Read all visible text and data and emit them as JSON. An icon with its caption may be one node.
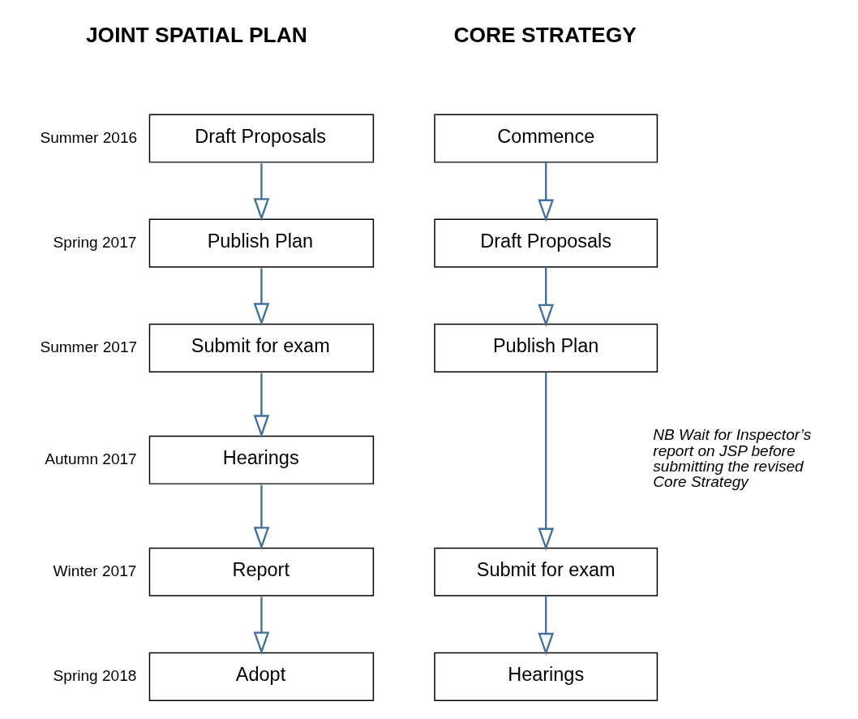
{
  "diagram": {
    "nodes": [
      {
        "text": [
          "Draft Proposals"
        ],
        "beside": [
          "Summer 2016"
        ]
      },
      {
        "text": [
          "Publish Plan"
        ],
        "beside": [
          "Spring 2017"
        ]
      },
      {
        "text": [
          "Submit for exam"
        ],
        "beside": [
          "Summer 2017"
        ]
      },
      {
        "text": [
          "Hearings"
        ],
        "beside": [
          "Autumn 2017"
        ]
      },
      {
        "text": [
          "Report"
        ],
        "beside": [
          "Winter 2017"
        ]
      },
      {
        "text": [
          "Adopt"
        ],
        "beside": [
          "Spring 2018"
        ]
      },
      {
        "text": [
          "Commence"
        ]
      },
      {
        "text": [
          "Draft Proposals"
        ]
      },
      {
        "text": [
          "Publish Plan"
        ]
      },
      {
        "text": [
          "Submit for exam"
        ]
      },
      {
        "text": [
          "Hearings"
        ]
      }
    ],
    "edges": [
      {
        "from": 0,
        "to": 1,
        "arrow": "to"
      },
      {
        "from": 1,
        "to": 2,
        "arrow": "to"
      },
      {
        "from": 2,
        "to": 3,
        "arrow": "to"
      },
      {
        "from": 3,
        "to": 4,
        "arrow": "to"
      },
      {
        "from": 4,
        "to": 5,
        "arrow": "to"
      },
      {
        "from": 6,
        "to": 7,
        "arrow": "to"
      },
      {
        "from": 7,
        "to": 8,
        "arrow": "to"
      },
      {
        "from": 8,
        "to": 9,
        "arrow": "to"
      },
      {
        "from": 9,
        "to": 10,
        "arrow": "to"
      }
    ],
    "labels": [
      "JOINT SPATIAL PLAN",
      "CORE STRATEGY",
      "NB Wait for Inspector’s report on JSP before submitting the revised Core Strategy"
    ]
  }
}
